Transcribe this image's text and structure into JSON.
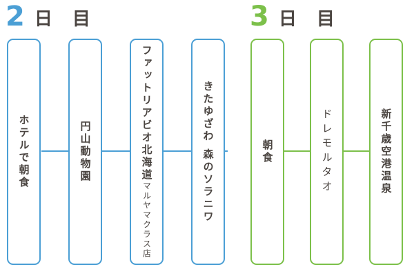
{
  "days": [
    {
      "number": "2",
      "suffix": "日 目",
      "color": "#4b9fd5",
      "stops": [
        {
          "label": "ホテルで朝食"
        },
        {
          "label": "円山動物園"
        },
        {
          "label": "ファットリアビオ北海道",
          "sub": "マルヤマクラス店"
        },
        {
          "label": "きたゆざわ 森のソラニワ"
        }
      ]
    },
    {
      "number": "3",
      "suffix": "日 目",
      "color": "#7cc04a",
      "stops": [
        {
          "label": "朝食"
        },
        {
          "label": "ドレモルタオ"
        },
        {
          "label": "新千歳空港温泉"
        }
      ]
    }
  ]
}
